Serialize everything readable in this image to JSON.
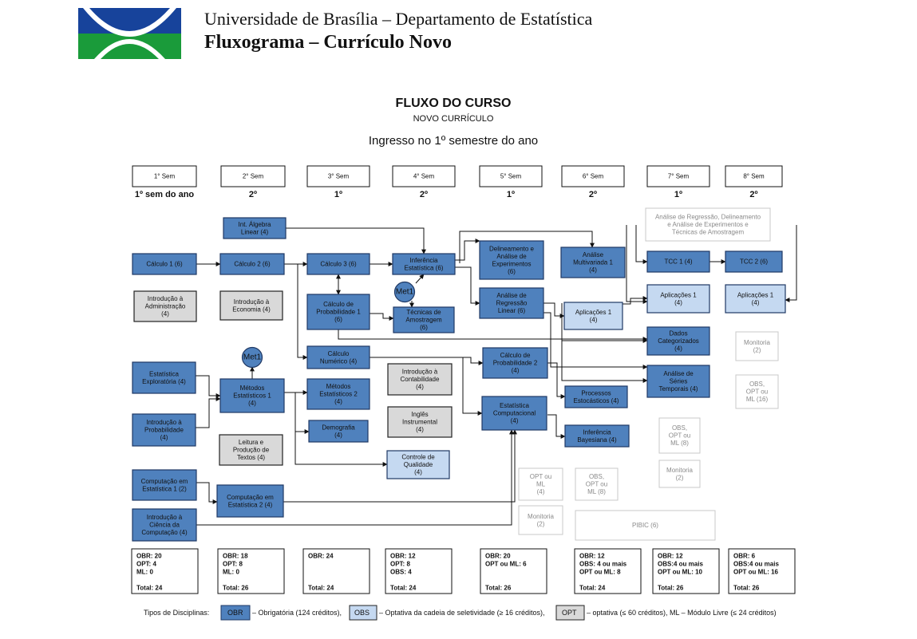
{
  "header": {
    "university_line": "Universidade de Brasília – Departamento de Estatística",
    "title": "Fluxograma – Currículo Novo"
  },
  "flow": {
    "title": "FLUXO DO CURSO",
    "subtitle": "NOVO CURRÍCULO",
    "ingresso": "Ingresso no 1º semestre do ano"
  },
  "colors": {
    "obr": "#4f81bd",
    "obs": "#c5d9f1",
    "opt": "#d9d9d9",
    "border_dark": "#1f3864",
    "faded": "#b3b3b3"
  },
  "semesters": [
    {
      "label": "1° Sem",
      "period": "1º sem do ano"
    },
    {
      "label": "2° Sem",
      "period": "2º"
    },
    {
      "label": "3° Sem",
      "period": "1º"
    },
    {
      "label": "4° Sem",
      "period": "2º"
    },
    {
      "label": "5° Sem",
      "period": "1º"
    },
    {
      "label": "6° Sem",
      "period": "2º"
    },
    {
      "label": "7° Sem",
      "period": "1º"
    },
    {
      "label": "8° Sem",
      "period": "2º"
    }
  ],
  "courses": [
    {
      "id": "int-algebra",
      "type": "obr",
      "lines": [
        "Int. Álgebra",
        "Linear (4)"
      ]
    },
    {
      "id": "calculo-1",
      "type": "obr",
      "lines": [
        "Cálculo 1 (6)"
      ]
    },
    {
      "id": "calculo-2",
      "type": "obr",
      "lines": [
        "Cálculo 2 (6)"
      ]
    },
    {
      "id": "calculo-3",
      "type": "obr",
      "lines": [
        "Cálculo 3 (6)"
      ]
    },
    {
      "id": "inferencia",
      "type": "obr",
      "lines": [
        "Inferência",
        "Estatística (6)"
      ]
    },
    {
      "id": "delineamento",
      "type": "obr",
      "lines": [
        "Delineamento e",
        "Análise de",
        "Experimentos",
        "(6)"
      ]
    },
    {
      "id": "analise-multivariada",
      "type": "obr",
      "lines": [
        "Análise",
        "Multivariada 1",
        "(4)"
      ]
    },
    {
      "id": "tcc-1",
      "type": "obr",
      "lines": [
        "TCC 1 (4)"
      ]
    },
    {
      "id": "tcc-2",
      "type": "obr",
      "lines": [
        "TCC 2 (6)"
      ]
    },
    {
      "id": "intro-administracao",
      "type": "opt",
      "lines": [
        "Introdução à",
        "Administração",
        "(4)"
      ]
    },
    {
      "id": "intro-economia",
      "type": "opt",
      "lines": [
        "Introdução à",
        "Economia (4)"
      ]
    },
    {
      "id": "calc-probabilidade-1",
      "type": "obr",
      "lines": [
        "Cálculo de",
        "Probabilidade 1",
        "(6)"
      ]
    },
    {
      "id": "tecnicas-amostragem",
      "type": "obr",
      "lines": [
        "Técnicas de",
        "Amostragem",
        "(6)"
      ]
    },
    {
      "id": "analise-regressao",
      "type": "obr",
      "lines": [
        "Análise de",
        "Regressão",
        "Linear (6)"
      ]
    },
    {
      "id": "aplicacoes-1-6sem",
      "type": "obs",
      "lines": [
        "Aplicações 1",
        "(4)"
      ]
    },
    {
      "id": "aplicacoes-1-7sem",
      "type": "obs",
      "lines": [
        "Aplicações 1",
        "(4)"
      ]
    },
    {
      "id": "aplicacoes-1-8sem",
      "type": "obs",
      "lines": [
        "Aplicações 1",
        "(4)"
      ]
    },
    {
      "id": "dados-categorizados",
      "type": "obr",
      "lines": [
        "Dados",
        "Categorizados",
        "(4)"
      ]
    },
    {
      "id": "calculo-numerico",
      "type": "obr",
      "lines": [
        "Cálculo",
        "Numérico (4)"
      ]
    },
    {
      "id": "calc-probabilidade-2",
      "type": "obr",
      "lines": [
        "Cálculo de",
        "Probabilidade 2",
        "(4)"
      ]
    },
    {
      "id": "series-temporais",
      "type": "obr",
      "lines": [
        "Análise de",
        "Séries",
        "Temporais (4)"
      ]
    },
    {
      "id": "estatistica-exploratoria",
      "type": "obr",
      "lines": [
        "Estatística",
        "Exploratória (4)"
      ]
    },
    {
      "id": "metodos-estatisticos-1",
      "type": "obr",
      "lines": [
        "Métodos",
        "Estatísticos 1",
        "(4)"
      ]
    },
    {
      "id": "metodos-estatisticos-2",
      "type": "obr",
      "lines": [
        "Métodos",
        "Estatísticos 2",
        "(4)"
      ]
    },
    {
      "id": "intro-contabilidade",
      "type": "opt",
      "lines": [
        "Introdução à",
        "Contabilidade",
        "(4)"
      ]
    },
    {
      "id": "processos-estocasticos",
      "type": "obr",
      "lines": [
        "Processos",
        "Estocásticos (4)"
      ]
    },
    {
      "id": "intro-probabilidade",
      "type": "obr",
      "lines": [
        "Introdução à",
        "Probabilidade",
        "(4)"
      ]
    },
    {
      "id": "demografia",
      "type": "obr",
      "lines": [
        "Demografia",
        "(4)"
      ]
    },
    {
      "id": "ingles-instrumental",
      "type": "opt",
      "lines": [
        "Inglês",
        "Instrumental",
        "(4)"
      ]
    },
    {
      "id": "estatistica-computacional",
      "type": "obr",
      "lines": [
        "Estatística",
        "Computacional",
        "(4)"
      ]
    },
    {
      "id": "inferencia-bayesiana",
      "type": "obr",
      "lines": [
        "Inferência",
        "Bayesiana (4)"
      ]
    },
    {
      "id": "leitura-producao",
      "type": "opt",
      "lines": [
        "Leitura e",
        "Produção de",
        "Textos (4)"
      ]
    },
    {
      "id": "controle-qualidade",
      "type": "obs",
      "lines": [
        "Controle de",
        "Qualidade",
        "(4)"
      ]
    },
    {
      "id": "computacao-estatistica-1",
      "type": "obr",
      "lines": [
        "Computação em",
        "Estatística 1 (2)"
      ]
    },
    {
      "id": "computacao-estatistica-2",
      "type": "obr",
      "lines": [
        "Computação em",
        "Estatística 2 (4)"
      ]
    },
    {
      "id": "intro-ciencia-computacao",
      "type": "obr",
      "lines": [
        "Introdução à",
        "Ciência da",
        "Computação (4)"
      ]
    },
    {
      "id": "analise-regressao-delineamento",
      "type": "faded",
      "lines": [
        "Análise de Regressão, Delineamento",
        "e Análise de Experimentos e",
        "Técnicas de Amostragem"
      ]
    },
    {
      "id": "monitoria-8sem",
      "type": "faded",
      "lines": [
        "Monitoria",
        "(2)"
      ]
    },
    {
      "id": "obs-opt-ml-16",
      "type": "faded",
      "lines": [
        "OBS,",
        "OPT ou",
        "ML (16)"
      ]
    },
    {
      "id": "obs-opt-ml-8-7sem",
      "type": "faded",
      "lines": [
        "OBS,",
        "OPT ou",
        "ML (8)"
      ]
    },
    {
      "id": "monitoria-7sem",
      "type": "faded",
      "lines": [
        "Monitoria",
        "(2)"
      ]
    },
    {
      "id": "opt-ml-4",
      "type": "faded",
      "lines": [
        "OPT ou",
        "ML",
        "(4)"
      ]
    },
    {
      "id": "obs-opt-ml-8-6sem",
      "type": "faded",
      "lines": [
        "OBS,",
        "OPT ou",
        "ML (8)"
      ]
    },
    {
      "id": "monitoria-5sem",
      "type": "faded",
      "lines": [
        "Monitoria",
        "(2)"
      ]
    },
    {
      "id": "pibic",
      "type": "faded",
      "lines": [
        "PIBIC (6)"
      ]
    }
  ],
  "met_markers": [
    "Met1",
    "Met1"
  ],
  "summaries": [
    {
      "lines": [
        "OBR: 20",
        "OPT: 4",
        "ML: 0"
      ],
      "total": "Total: 24"
    },
    {
      "lines": [
        "OBR: 18",
        "OPT: 8",
        "ML: 0"
      ],
      "total": "Total: 26"
    },
    {
      "lines": [
        "OBR: 24"
      ],
      "total": "Total: 24"
    },
    {
      "lines": [
        "OBR: 12",
        "OPT: 8",
        "OBS: 4"
      ],
      "total": "Total: 24"
    },
    {
      "lines": [
        "OBR: 20",
        "OPT ou ML: 6"
      ],
      "total": "Total: 26"
    },
    {
      "lines": [
        "OBR: 12",
        "OBS: 4 ou mais",
        "OPT ou ML: 8"
      ],
      "total": "Total: 24"
    },
    {
      "lines": [
        "OBR: 12",
        "OBS:4 ou mais",
        "OPT ou ML: 10"
      ],
      "total": "Total: 26"
    },
    {
      "lines": [
        "OBR: 6",
        "OBS:4 ou mais",
        "OPT ou ML: 16"
      ],
      "total": "Total: 26"
    }
  ],
  "legend": {
    "prefix": "Tipos de Disciplinas:",
    "obr_tag": "OBR",
    "obr_text": "– Obrigatória (124 créditos),",
    "obs_tag": "OBS",
    "obs_text": "– Optativa da cadeia de seletividade (≥ 16 créditos),",
    "opt_tag": "OPT",
    "opt_text": "– optativa (≤ 60 créditos), ML – Módulo Livre (≤ 24 créditos)"
  }
}
